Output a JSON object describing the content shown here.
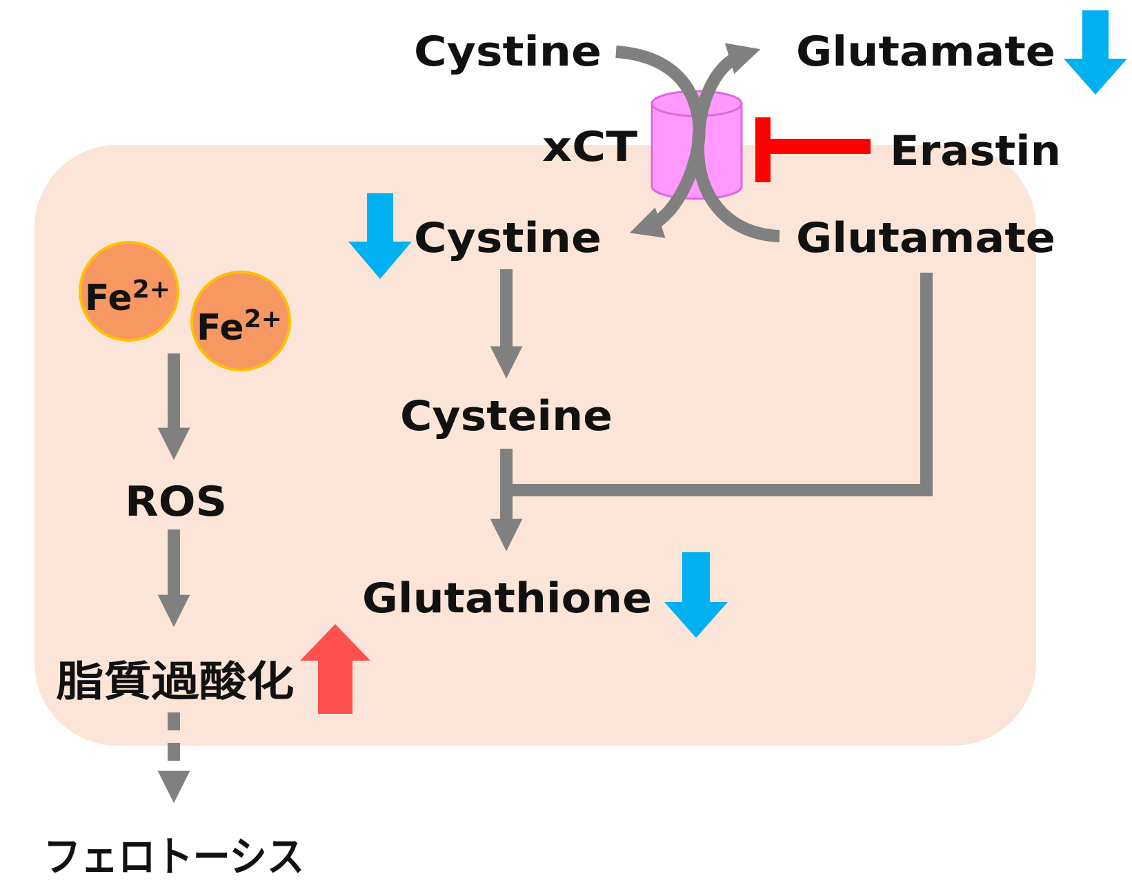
{
  "labels": {
    "cystine_outside": "Cystine",
    "glutamate_outside": "Glutamate",
    "xct": "xCT",
    "erastin": "Erastin",
    "cystine_inside": "Cystine",
    "glutamate_inside": "Glutamate",
    "cysteine": "Cysteine",
    "glutathione": "Glutathione",
    "fe_symbol": "Fe",
    "fe_charge": "2+",
    "ros": "ROS",
    "lipid_peroxidation": "脂質過酸化",
    "ferroptosis": "フェロトーシス"
  },
  "colors": {
    "cell": "#fbe5d8",
    "flow_arrow": "#808080",
    "transporter": "#ff99ff",
    "transporter_edge": "#e066e0",
    "inhibition": "#ff0000",
    "decrease_arrow": "#00b0f0",
    "increase_arrow": "#ff5050",
    "iron_fill": "#f79862",
    "iron_edge": "#ffc000"
  },
  "indicators": {
    "glutamate_outside": "decrease",
    "cystine_inside": "decrease",
    "glutathione": "decrease",
    "lipid_peroxidation": "increase"
  }
}
